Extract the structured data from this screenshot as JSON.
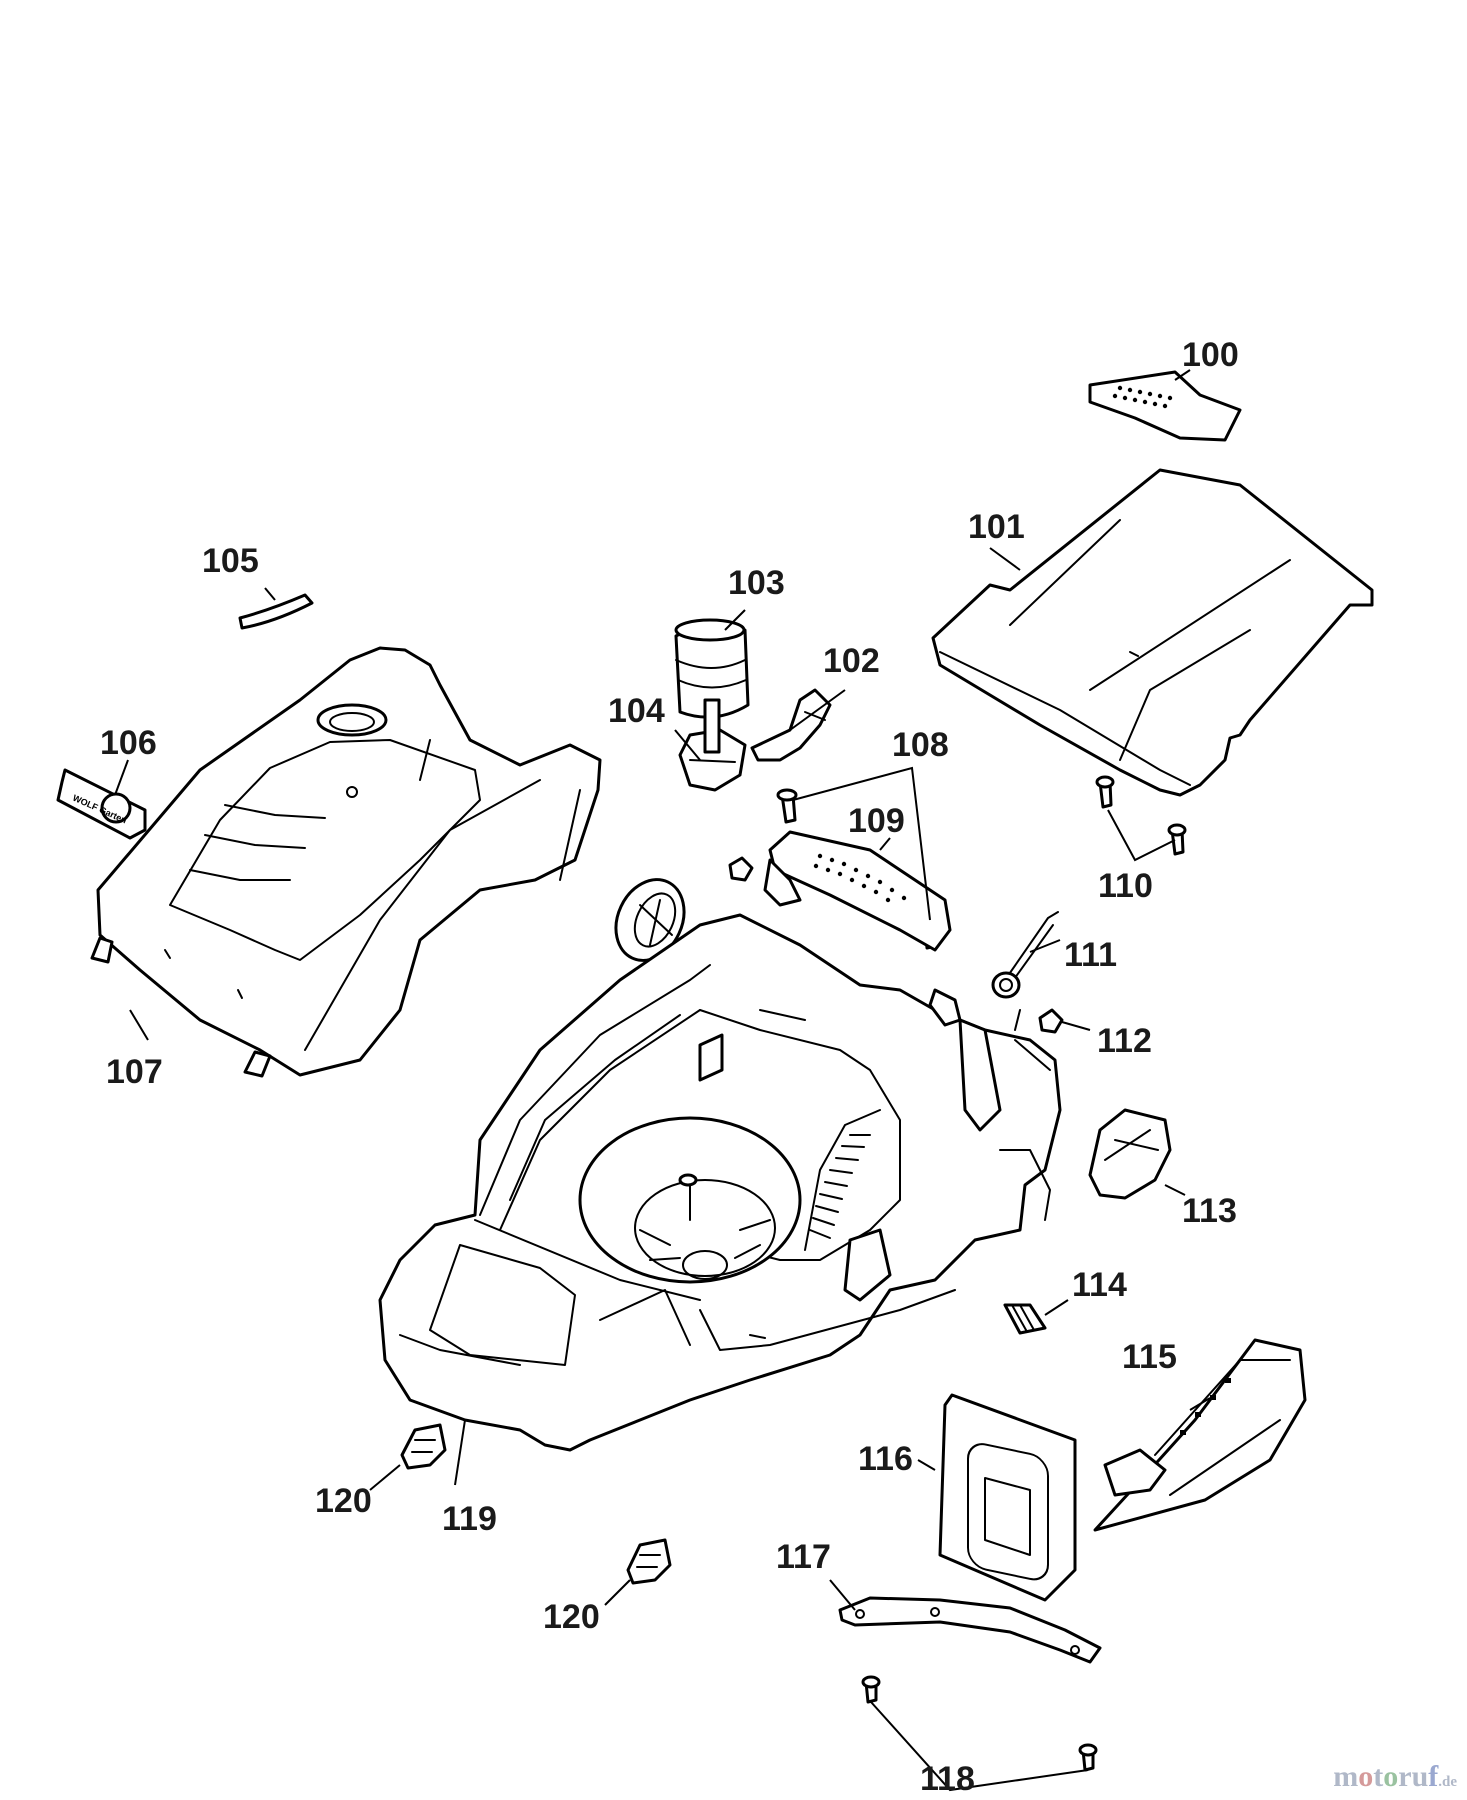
{
  "callouts": {
    "p100": "100",
    "p101": "101",
    "p102": "102",
    "p103": "103",
    "p104": "104",
    "p105": "105",
    "p106": "106",
    "p107": "107",
    "p108": "108",
    "p109": "109",
    "p110": "110",
    "p111": "111",
    "p112": "112",
    "p113": "113",
    "p114": "114",
    "p115": "115",
    "p116": "116",
    "p117": "117",
    "p118": "118",
    "p119": "119",
    "p120a": "120",
    "p120b": "120"
  },
  "logo_text": "WOLF Garten",
  "watermark": {
    "m": "m",
    "o1": "o",
    "t": "t",
    "o2": "o",
    "r": "r",
    "u": "u",
    "f": "f",
    "tld": ".de"
  },
  "colors": {
    "line": "#000000",
    "background": "#ffffff",
    "label": "#1a1a1a"
  }
}
